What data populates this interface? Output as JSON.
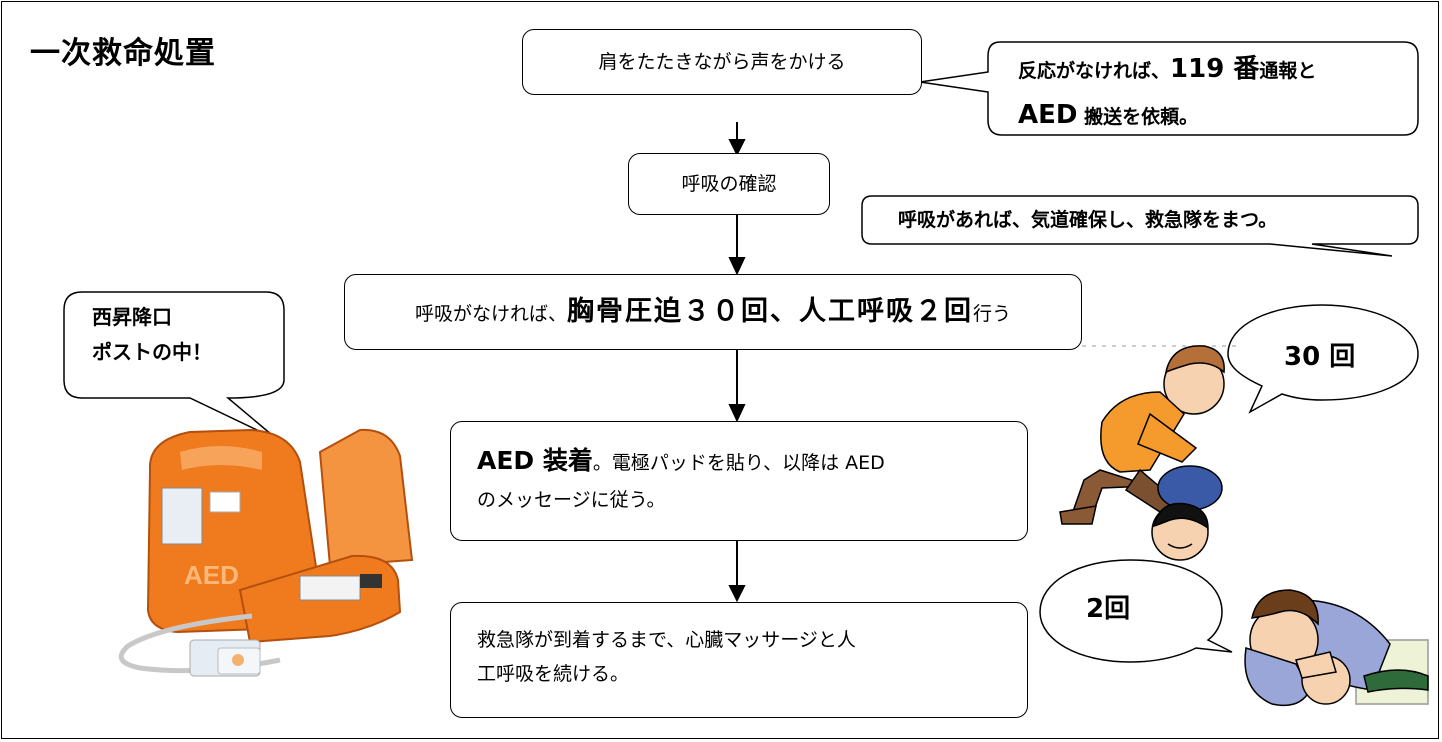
{
  "title": "一次救命処置",
  "steps": {
    "step1": "肩をたたきながら声をかける",
    "step2": "呼吸の確認",
    "step3_pre": "呼吸がなければ、",
    "step3_emph": "胸骨圧迫３０回、人工呼吸２回",
    "step3_post": "行う",
    "step4_emph": "AED 装着",
    "step4_line1": "。電極パッドを貼り、以降は AED",
    "step4_line2": "のメッセージに従う。",
    "step5_line1": "救急隊が到着するまで、心臓マッサージと人",
    "step5_line2": "工呼吸を続ける。"
  },
  "callouts": {
    "no_response_line1_pre": "反応がなければ、",
    "no_response_119": "119 番",
    "no_response_line1_post": "通報と",
    "no_response_aed": "AED",
    "no_response_line2_post": " 搬送を依頼。",
    "breathing": "呼吸があれば、気道確保し、救急隊をまつ。",
    "aed_location_line1": "西昇降口",
    "aed_location_line2": "ポストの中！",
    "compressions": "30 回",
    "breaths": "2回"
  },
  "colors": {
    "line": "#000000",
    "aed_orange": "#f07a1e",
    "shirt_orange": "#f59a2c",
    "skin": "#f7d2b0"
  }
}
